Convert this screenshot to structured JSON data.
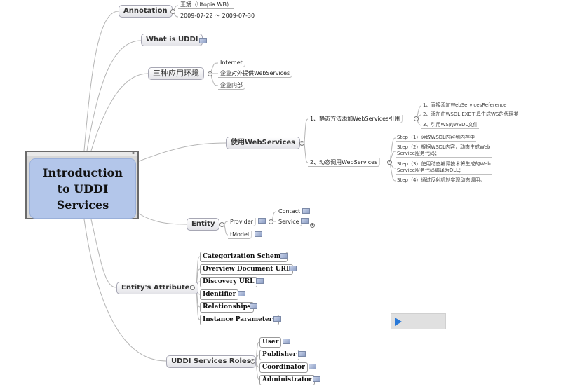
{
  "central": {
    "title": "Introduction\nto UDDI\nServices"
  },
  "branches": {
    "annotation": {
      "label": "Annotation",
      "items": [
        "王斌（Utopia WB）",
        "2009-07-22 ～ 2009-07-30"
      ]
    },
    "what_is_uddi": {
      "label": "What is UDDI"
    },
    "three_envs": {
      "label": "三种应用环境",
      "items": [
        "Internet",
        "企业对外提供WebServices",
        "企业内部"
      ]
    },
    "using_ws": {
      "label": "使用WebServices",
      "static": {
        "label": "1、静态方法添加WebServices引用",
        "items": [
          "1、直接添加WebServicesReference",
          "2、添加由WSDL EXE工具生成WS的代理类",
          "3、引用WS的WSDL文件"
        ]
      },
      "dynamic": {
        "label": "2、动态调用WebServices",
        "steps": [
          "Step（1）读取WSDL内容到内存中",
          "Step（2）根据WSDL内容，动态生成Web\nService服务代码；",
          "Step（3）使用动态编译技术将生成的Web\nService服务代码编译为DLL；",
          "Step（4）通过反射机制实现动态调用。"
        ]
      }
    },
    "entity": {
      "label": "Entity",
      "provider": "Provider",
      "contact": "Contact",
      "service": "Service",
      "tmodel": "tModel"
    },
    "attributes": {
      "label": "Entity's Attributes",
      "items": [
        "Categorization Scheme",
        "Overview Document URL",
        "Discovery URL",
        "Identifier",
        "Relationships",
        "Instance Parameters"
      ]
    },
    "roles": {
      "label": "UDDI Services Roles",
      "items": [
        "User",
        "Publisher",
        "Coordinator",
        "Administrator"
      ]
    }
  },
  "colors": {
    "central_fill": "#b3c6ea",
    "connector": "#b5b5b5",
    "play_icon": "#2979d8"
  },
  "icons": [
    "note-icon",
    "collapse-icon",
    "expand-icon",
    "play-icon",
    "resize-icon"
  ]
}
